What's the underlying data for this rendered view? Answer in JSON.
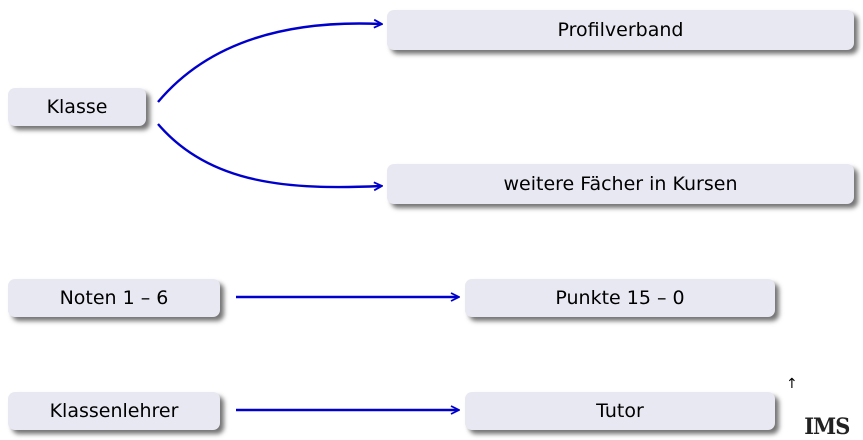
{
  "nodes": {
    "klasse": "Klasse",
    "profilverband": "Profilverband",
    "weitere": "weitere Fächer in Kursen",
    "noten": "Noten 1 – 6",
    "punkte": "Punkte 15 – 0",
    "klassenlehrer": "Klassenlehrer",
    "tutor": "Tutor"
  },
  "logo_text": "IMS",
  "marker": "↑",
  "colors": {
    "arrow": "#0000cc",
    "box": "#e8e8f2"
  }
}
